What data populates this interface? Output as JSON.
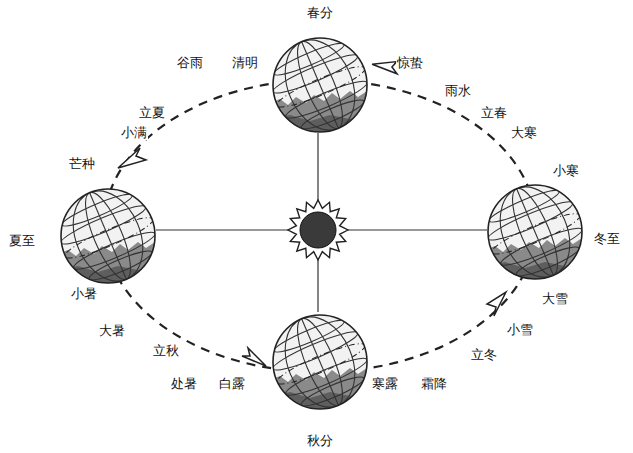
{
  "diagram": {
    "labels": [
      "春分",
      "清明",
      "谷雨",
      "惊蛰",
      "雨水",
      "立夏",
      "小满",
      "立春",
      "大寒",
      "芒种",
      "小寒",
      "夏至",
      "冬至",
      "小暑",
      "大雪",
      "大暑",
      "立秋",
      "小雪",
      "处暑",
      "白露",
      "寒露",
      "霜降",
      "立冬",
      "秋分"
    ]
  }
}
